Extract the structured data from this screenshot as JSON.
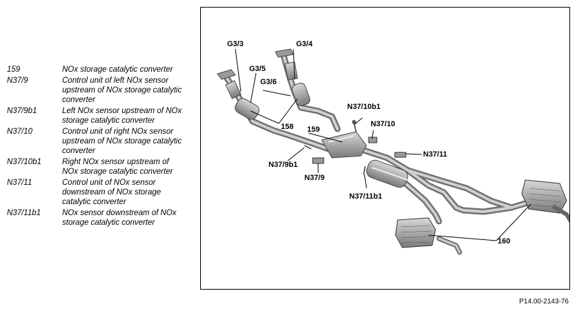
{
  "legend": {
    "items": [
      {
        "code": "159",
        "desc": "NOx storage catalytic converter"
      },
      {
        "code": "N37/9",
        "desc": "Control unit of left NOx sensor upstream of NOx storage catalytic converter"
      },
      {
        "code": "N37/9b1",
        "desc": "Left NOx sensor upstream of NOx storage catalytic converter"
      },
      {
        "code": "N37/10",
        "desc": "Control unit of right NOx sensor upstream of NOx storage catalytic converter"
      },
      {
        "code": "N37/10b1",
        "desc": "Right NOx sensor upstream of NOx storage catalytic converter"
      },
      {
        "code": "N37/11",
        "desc": "Control unit of NOx sensor downstream of NOx storage catalytic converter"
      },
      {
        "code": "N37/11b1",
        "desc": "NOx sensor downstream of NOx storage catalytic converter"
      }
    ]
  },
  "callouts": {
    "g33": "G3/3",
    "g34": "G3/4",
    "g35": "G3/5",
    "g36": "G3/6",
    "n3710b1": "N37/10b1",
    "n3710": "N37/10",
    "c158": "158",
    "c159": "159",
    "n3711": "N37/11",
    "n379b1": "N37/9b1",
    "n379": "N37/9",
    "n3711b1": "N37/11b1",
    "c160": "160"
  },
  "figure_id": "P14.00-2143-76"
}
